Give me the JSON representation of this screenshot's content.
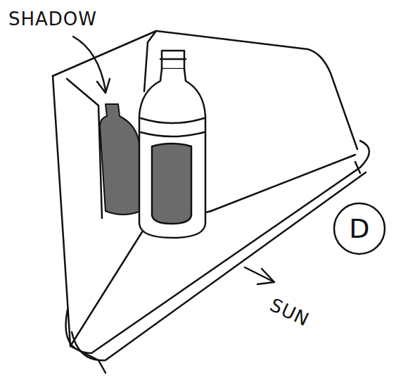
{
  "diagram": {
    "nodes": [
      {
        "text": [
          "D"
        ]
      }
    ],
    "labels": [
      "SHADOW",
      "SUN"
    ]
  }
}
